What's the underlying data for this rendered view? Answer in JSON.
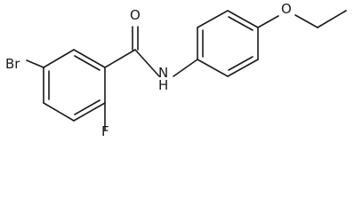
{
  "molecule": {
    "atom_labels": {
      "bromine": "Br",
      "oxygen_carbonyl": "O",
      "nitrogen_amide": "N",
      "hydrogen_amide": "H",
      "oxygen_ether": "O",
      "fluorine": "F"
    }
  },
  "colors": {
    "background": "#ffffff",
    "ink": "#1a1a1a"
  }
}
